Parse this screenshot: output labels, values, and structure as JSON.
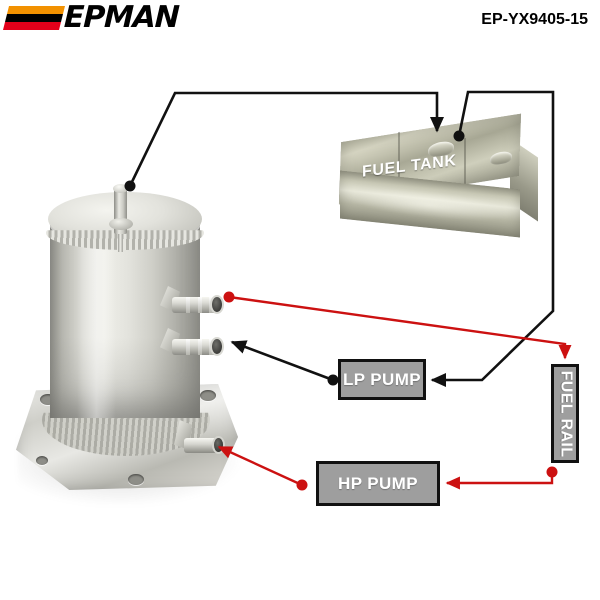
{
  "header": {
    "brand": "EPMAN",
    "product_code": "EP-YX9405-15",
    "logo_bars": [
      "#f29100",
      "#000000",
      "#e2001a"
    ]
  },
  "diagram": {
    "title": "Fuel surge tank plumbing diagram",
    "colors": {
      "vent_line": "#111111",
      "fuel_line": "#cc1111",
      "box_fill": "#9e9e9e",
      "box_border": "#111111",
      "label_text": "#ffffff"
    },
    "photos": [
      {
        "name": "surge-tank",
        "label": ""
      },
      {
        "name": "fuel-tank",
        "label": "FUEL TANK"
      }
    ],
    "nodes": [
      {
        "id": "fuel-tank",
        "label": "FUEL TANK",
        "kind": "photo"
      },
      {
        "id": "lp-pump",
        "label": "LP PUMP",
        "kind": "box"
      },
      {
        "id": "hp-pump",
        "label": "HP PUMP",
        "kind": "box"
      },
      {
        "id": "fuel-rail",
        "label": "FUEL RAIL",
        "kind": "box",
        "orientation": "vertical"
      }
    ],
    "connections": [
      {
        "from": "surge-tank-vent",
        "to": "fuel-tank-port",
        "color": "#111111",
        "style": "vent-return"
      },
      {
        "from": "fuel-tank-port",
        "to": "lp-pump",
        "color": "#111111",
        "style": "feed"
      },
      {
        "from": "lp-pump",
        "to": "surge-tank-inlet",
        "color": "#111111",
        "style": "feed"
      },
      {
        "from": "surge-tank-outlet",
        "to": "fuel-rail",
        "color": "#cc1111",
        "style": "pressure"
      },
      {
        "from": "fuel-rail",
        "to": "hp-pump",
        "color": "#cc1111",
        "style": "return"
      },
      {
        "from": "hp-pump",
        "to": "surge-tank-base",
        "color": "#cc1111",
        "style": "return"
      }
    ]
  }
}
